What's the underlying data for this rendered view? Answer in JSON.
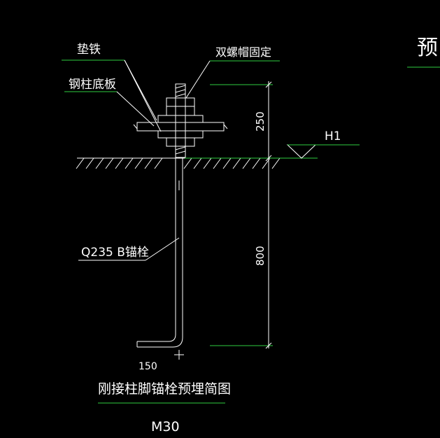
{
  "labels": {
    "shim": "垫铁",
    "double_nut": "双螺帽固定",
    "base_plate": "钢柱底板",
    "anchor_bolt": "Q235 B锚栓",
    "level_mark": "H1",
    "dim_upper": "250",
    "dim_lower": "800",
    "dim_hook": "150",
    "title": "刚接柱脚锚栓预埋简图",
    "bolt_size": "M30",
    "partial_title": "预"
  },
  "colors": {
    "background": "#000000",
    "line": "#ffffff",
    "leader": "#2ecc40"
  }
}
